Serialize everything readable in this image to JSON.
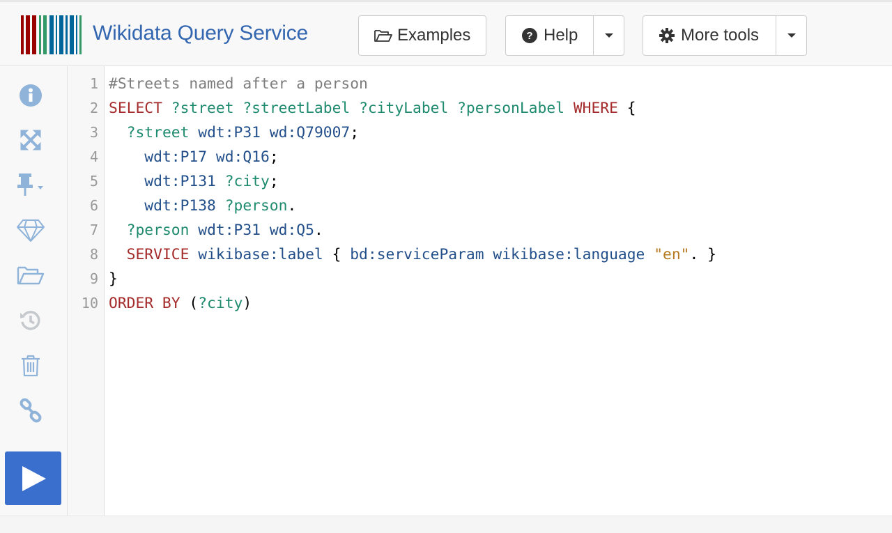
{
  "header": {
    "app_title": "Wikidata Query Service",
    "logo_colors": [
      "#990000",
      "#339966",
      "#006699"
    ],
    "examples_label": "Examples",
    "help_label": "Help",
    "more_tools_label": "More tools"
  },
  "sidebar": {
    "icons": [
      "info-icon",
      "expand-icon",
      "pin-icon",
      "gem-icon",
      "folder-open-icon",
      "history-icon",
      "trash-icon",
      "link-icon"
    ],
    "run_icon": "play-icon",
    "accent": "#3a6fcd"
  },
  "editor": {
    "line_numbers": [
      "1",
      "2",
      "3",
      "4",
      "5",
      "6",
      "7",
      "8",
      "9",
      "10"
    ],
    "lines": [
      [
        {
          "t": "#Streets named after a person",
          "c": "comment"
        }
      ],
      [
        {
          "t": "SELECT",
          "c": "kw"
        },
        {
          "t": " ",
          "c": "punc"
        },
        {
          "t": "?street",
          "c": "var"
        },
        {
          "t": " ",
          "c": "punc"
        },
        {
          "t": "?streetLabel",
          "c": "var"
        },
        {
          "t": " ",
          "c": "punc"
        },
        {
          "t": "?cityLabel",
          "c": "var"
        },
        {
          "t": " ",
          "c": "punc"
        },
        {
          "t": "?personLabel",
          "c": "var"
        },
        {
          "t": " ",
          "c": "punc"
        },
        {
          "t": "WHERE",
          "c": "kw"
        },
        {
          "t": " {",
          "c": "punc"
        }
      ],
      [
        {
          "t": "  ",
          "c": "punc"
        },
        {
          "t": "?street",
          "c": "var"
        },
        {
          "t": " ",
          "c": "punc"
        },
        {
          "t": "wdt:P31",
          "c": "pn"
        },
        {
          "t": " ",
          "c": "punc"
        },
        {
          "t": "wd:Q79007",
          "c": "pn"
        },
        {
          "t": ";",
          "c": "punc"
        }
      ],
      [
        {
          "t": "    ",
          "c": "punc"
        },
        {
          "t": "wdt:P17",
          "c": "pn"
        },
        {
          "t": " ",
          "c": "punc"
        },
        {
          "t": "wd:Q16",
          "c": "pn"
        },
        {
          "t": ";",
          "c": "punc"
        }
      ],
      [
        {
          "t": "    ",
          "c": "punc"
        },
        {
          "t": "wdt:P131",
          "c": "pn"
        },
        {
          "t": " ",
          "c": "punc"
        },
        {
          "t": "?city",
          "c": "var"
        },
        {
          "t": ";",
          "c": "punc"
        }
      ],
      [
        {
          "t": "    ",
          "c": "punc"
        },
        {
          "t": "wdt:P138",
          "c": "pn"
        },
        {
          "t": " ",
          "c": "punc"
        },
        {
          "t": "?person",
          "c": "var"
        },
        {
          "t": ".",
          "c": "punc"
        }
      ],
      [
        {
          "t": "  ",
          "c": "punc"
        },
        {
          "t": "?person",
          "c": "var"
        },
        {
          "t": " ",
          "c": "punc"
        },
        {
          "t": "wdt:P31",
          "c": "pn"
        },
        {
          "t": " ",
          "c": "punc"
        },
        {
          "t": "wd:Q5",
          "c": "pn"
        },
        {
          "t": ".",
          "c": "punc"
        }
      ],
      [
        {
          "t": "  ",
          "c": "punc"
        },
        {
          "t": "SERVICE",
          "c": "kw"
        },
        {
          "t": " ",
          "c": "punc"
        },
        {
          "t": "wikibase:label",
          "c": "pn"
        },
        {
          "t": " { ",
          "c": "punc"
        },
        {
          "t": "bd:serviceParam",
          "c": "pn"
        },
        {
          "t": " ",
          "c": "punc"
        },
        {
          "t": "wikibase:language",
          "c": "pn"
        },
        {
          "t": " ",
          "c": "punc"
        },
        {
          "t": "\"en\"",
          "c": "str"
        },
        {
          "t": ". }",
          "c": "punc"
        }
      ],
      [
        {
          "t": "}",
          "c": "punc"
        }
      ],
      [
        {
          "t": "ORDER BY",
          "c": "kw"
        },
        {
          "t": " (",
          "c": "punc"
        },
        {
          "t": "?city",
          "c": "var"
        },
        {
          "t": ")",
          "c": "punc"
        }
      ]
    ]
  }
}
